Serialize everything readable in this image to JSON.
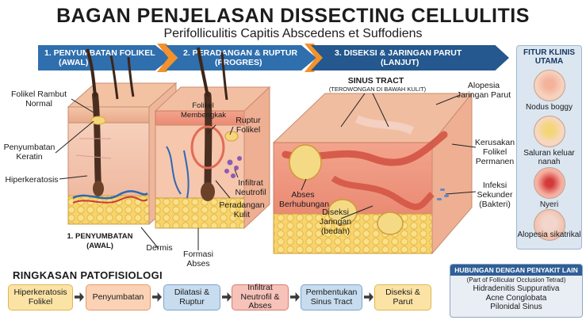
{
  "title": "BAGAN PENJELASAN DISSECTING CELLULITIS",
  "subtitle": "Perifolliculitis Capitis Abscedens et Suffodiens",
  "stages": [
    {
      "line1": "1. PENYUMBATAN FOLIKEL",
      "line2": "(AWAL)"
    },
    {
      "line1": "2. PERADANGAN & RUPTUR",
      "line2": "(PROGRES)"
    },
    {
      "line1": "3. DISEKSI & JARINGAN PARUT",
      "line2": "(LANJUT)"
    }
  ],
  "labels": {
    "folikel_normal": "Folikel Rambut Normal",
    "penyumbatan_keratin": "Penyumbatan Keratin",
    "hiperkeratosis": "Hiperkeratosis",
    "stage1_caption_1": "1. PENYUMBATAN",
    "stage1_caption_2": "(AWAL)",
    "dermis": "Dermis",
    "folikel_membengkak": "Folikel Membengkak",
    "ruptur_folikel": "Ruptur Folikel",
    "infiltrat_neutrofil": "Infiltrat Neutrofil",
    "peradangan_kulit": "Peradangan Kulit",
    "formasi_abses": "Formasi Abses",
    "sinus_tract": "SINUS TRACT",
    "sinus_tract_sub": "(TEROWONGAN DI BAWAH KULIT)",
    "alopesia_jaringan_parut": "Alopesia Jaringan Parut",
    "kerusakan_folikel": "Kerusakan Folikel Permanen",
    "infeksi_sekunder": "Infeksi Sekunder (Bakteri)",
    "abses_berhubungan": "Abses Berhubungan",
    "diseksi_jaringan": "Diseksi Jaringan (bedah)"
  },
  "clinical_features": {
    "title": "FITUR KLINIS UTAMA",
    "items": [
      "Nodus boggy",
      "Saluran keluar nanah",
      "Nyeri",
      "Alopesia sikatrikal"
    ]
  },
  "related": {
    "header": "HUBUNGAN DENGAN PENYAKIT LAIN",
    "subheader": "(Part of Follicular Occlusion Tetrad)",
    "diseases": [
      "Hidradenitis Suppurativa",
      "Acne Conglobata",
      "Pilonidal Sinus"
    ]
  },
  "summary": {
    "title": "RINGKASAN PATOFISIOLOGI",
    "steps": [
      "Hiperkeratosis Folikel",
      "Penyumbatan",
      "Dilatasi & Ruptur",
      "Infiltrat Neutrofil & Abses",
      "Pembentukan Sinus Tract",
      "Diseksi & Parut"
    ]
  },
  "colors": {
    "stage_blue": "#2f6fad",
    "stage_dark": "#24588e",
    "chevron": "#f3912a",
    "step_yellow": "#fbe3a6",
    "step_orange": "#fbd2b6",
    "step_blue": "#c7dcee",
    "step_red": "#f6c2b9"
  }
}
